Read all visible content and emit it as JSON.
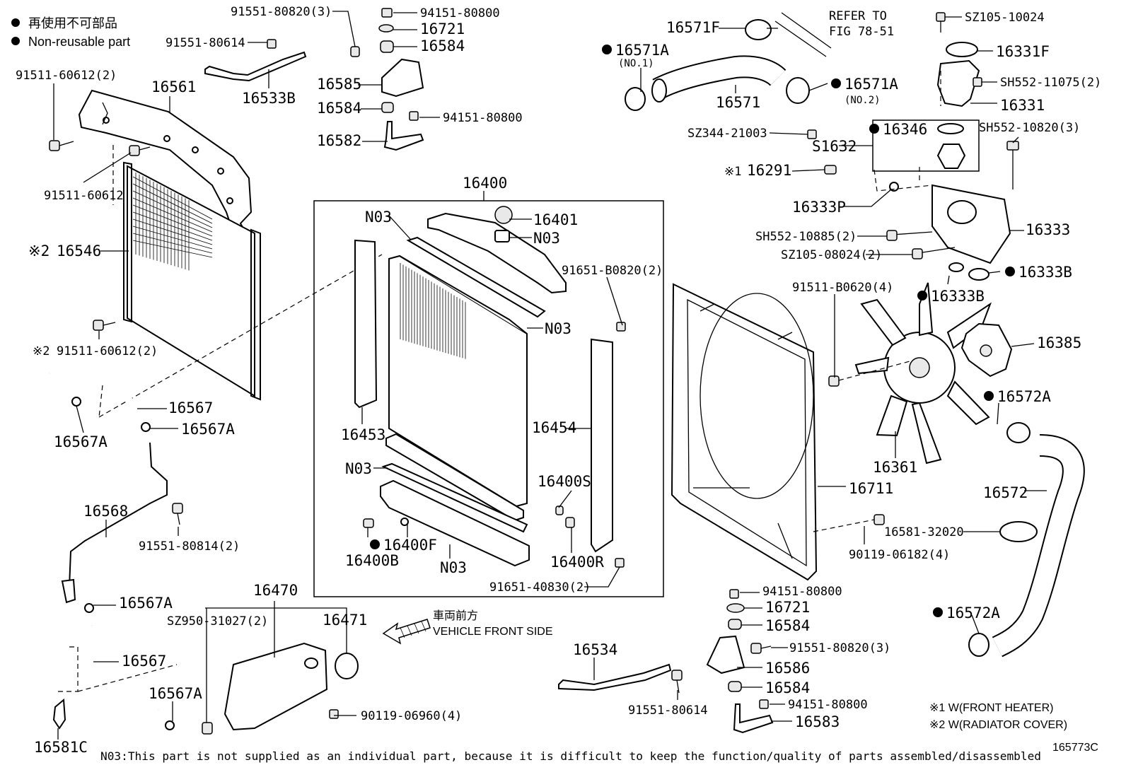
{
  "legend": {
    "marker": "●",
    "line_jp": "再使用不可部品",
    "line_en": "Non-reusable part"
  },
  "labels": {
    "p91551_80820_top": "91551-80820(3)",
    "p94151_80800_top": "94151-80800",
    "p16721_top": "16721",
    "p16584_top": "16584",
    "p91551_80614_top": "91551-80614",
    "p16585": "16585",
    "p16533B": "16533B",
    "p16584_mid": "16584",
    "p94151_80800_mid": "94151-80800",
    "p16582": "16582",
    "p91511_60612_2_top": "91511-60612(2)",
    "p16561": "16561",
    "p91511_60612": "91511-60612",
    "p16546": "16546",
    "p91511_60612_2_low": "91511-60612(2)",
    "p16567_upper": "16567",
    "p16567A_left": "16567A",
    "p16567A_right": "16567A",
    "p16568": "16568",
    "p91551_80814": "91551-80814(2)",
    "p16567A_low": "16567A",
    "p16567_low": "16567",
    "p16567A_bottom": "16567A",
    "p16581C": "16581C",
    "p16400": "16400",
    "pN03_a": "N03",
    "p16401": "16401",
    "pN03_b": "N03",
    "p91651_B0820": "91651-B0820(2)",
    "pN03_c": "N03",
    "p16453": "16453",
    "p16454": "16454",
    "pN03_d": "N03",
    "p16400S": "16400S",
    "p16400F": "16400F",
    "p16400B": "16400B",
    "pN03_e": "N03",
    "p16400R": "16400R",
    "p91651_40830": "91651-40830(2)",
    "p16470": "16470",
    "pSZ950": "SZ950-31027(2)",
    "p16471": "16471",
    "p90119_06960": "90119-06960(4)",
    "p16571F": "16571F",
    "pRefer": "REFER TO",
    "pFig": "FIG 78-51",
    "p16571A_1": "16571A",
    "pNo1": "(NO.1)",
    "p16571": "16571",
    "p16571A_2": "16571A",
    "pNo2": "(NO.2)",
    "pSZ105_10024": "SZ105-10024",
    "p16331F": "16331F",
    "pSH552_11075": "SH552-11075(2)",
    "p16331": "16331",
    "pSZ344": "SZ344-21003",
    "pS1632": "S1632",
    "p16346": "16346",
    "pSH552_10820": "SH552-10820(3)",
    "p16291": "16291",
    "p16333P": "16333P",
    "pSH552_10885": "SH552-10885(2)",
    "p16333": "16333",
    "pSZ105_08024": "SZ105-08024(2)",
    "p16333B_a": "16333B",
    "p16333B_b": "16333B",
    "p91511_B0620": "91511-B0620(4)",
    "p16385": "16385",
    "p16572A_top": "16572A",
    "p16361": "16361",
    "p16711": "16711",
    "p16572": "16572",
    "p16581_32020": "16581-32020",
    "p90119_06182": "90119-06182(4)",
    "p16572A_low": "16572A",
    "p94151_80800_low": "94151-80800",
    "p16721_low": "16721",
    "p16584_low1": "16584",
    "p91551_80820_low": "91551-80820(3)",
    "p16534": "16534",
    "p16586": "16586",
    "p16584_low2": "16584",
    "p91551_80614_low": "91551-80614",
    "p94151_80800_bottom": "94151-80800",
    "p16583": "16583"
  },
  "markers": {
    "note1": "※1",
    "note2": "※2"
  },
  "vehicle_front": {
    "jp": "車両前方",
    "en": "VEHICLE FRONT SIDE"
  },
  "notes": {
    "n1": "※1 W(FRONT HEATER)",
    "n2": "※2 W(RADIATOR COVER)"
  },
  "footer": {
    "text": "N03:This part is not supplied as an individual part, because it is difficult to keep the function/quality of parts assembled/disassembled",
    "figure_id": "165773C"
  }
}
